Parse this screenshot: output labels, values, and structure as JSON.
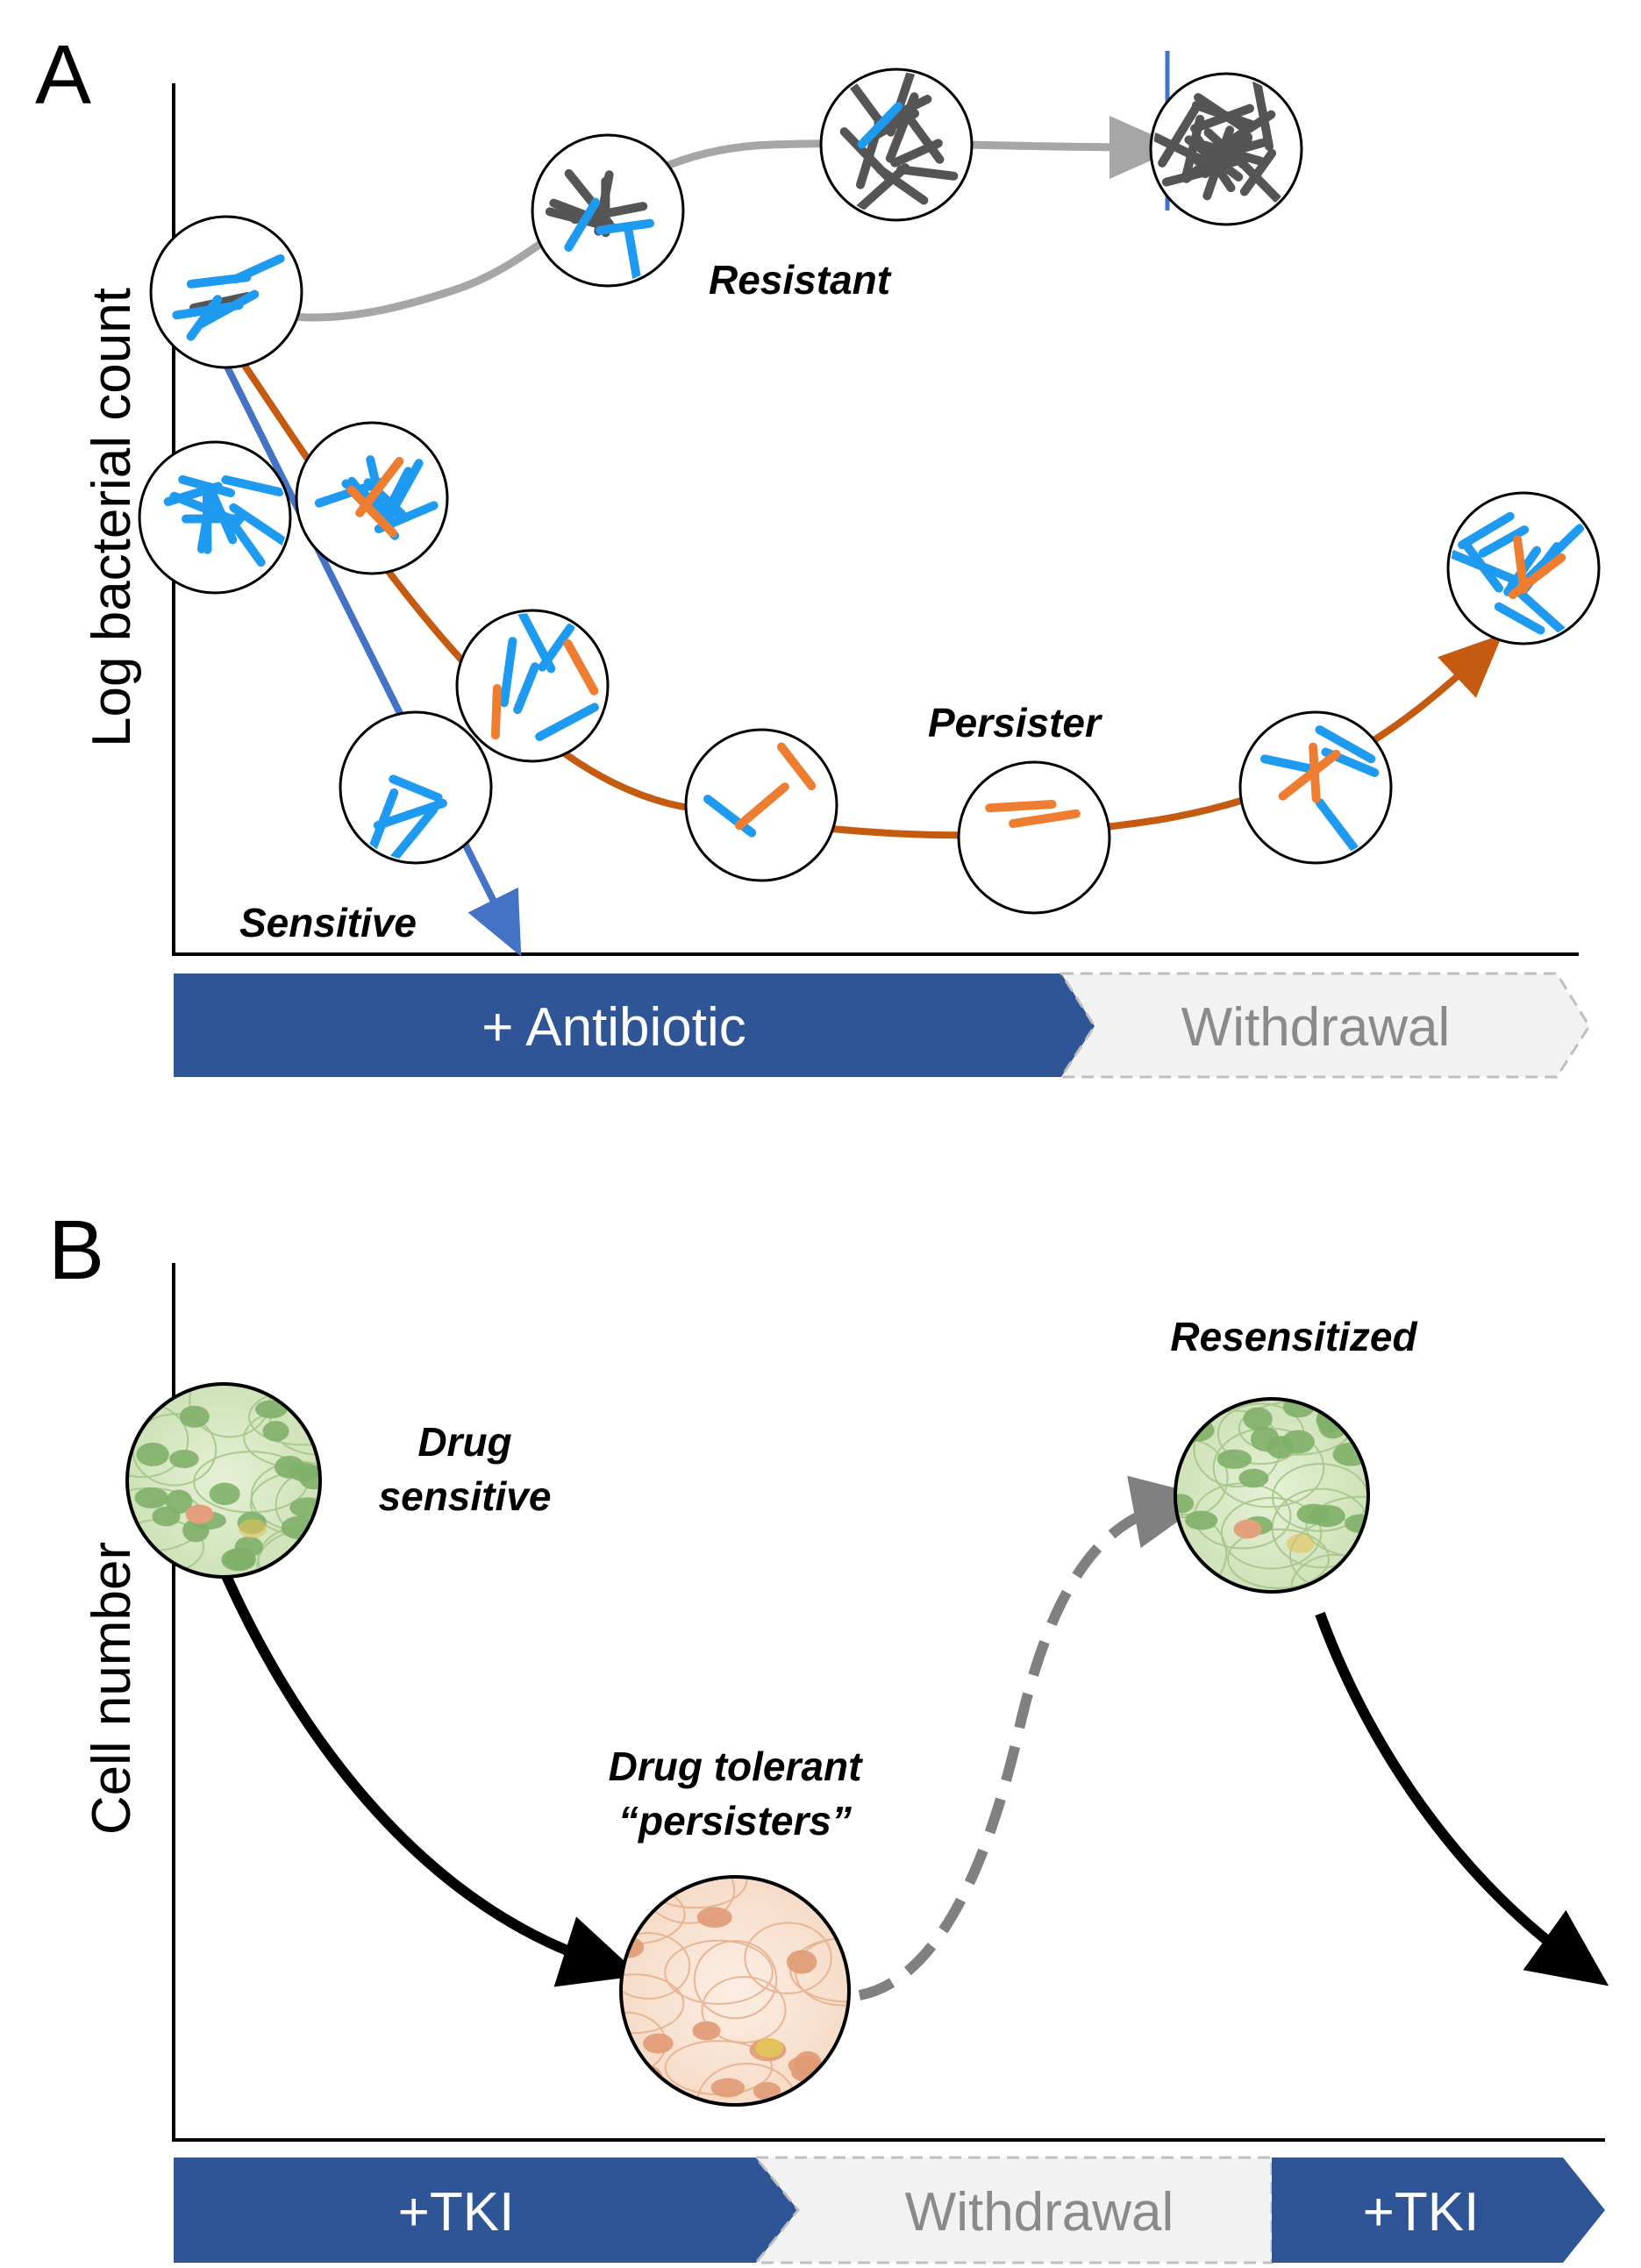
{
  "panel_a": {
    "letter": "A",
    "y_axis_title": "Log bacterial count",
    "labels": {
      "resistant": "Resistant",
      "persister": "Persister",
      "sensitive": "Sensitive"
    },
    "timeline": {
      "treatment": "+ Antibiotic",
      "withdrawal": "Withdrawal"
    },
    "colors": {
      "sensitive_curve": "#4472C4",
      "persister_curve": "#C55A11",
      "resistant_curve": "#A6A6A6",
      "sensitive_cell": "#1E9BF0",
      "persister_cell": "#ED7D31",
      "resistant_cell": "#555555"
    }
  },
  "panel_b": {
    "letter": "B",
    "y_axis_title": "Cell number",
    "labels": {
      "drug_sensitive_line1": "Drug",
      "drug_sensitive_line2": "sensitive",
      "persisters_line1": "Drug tolerant",
      "persisters_line2": "“persisters”",
      "resensitized": "Resensitized"
    },
    "timeline": {
      "treatment_1": "+TKI",
      "withdrawal": "Withdrawal",
      "treatment_2": "+TKI"
    }
  },
  "colors": {
    "bar_dark": "#2F5597",
    "bar_light": "#F2F2F2",
    "axis": "#000000"
  }
}
